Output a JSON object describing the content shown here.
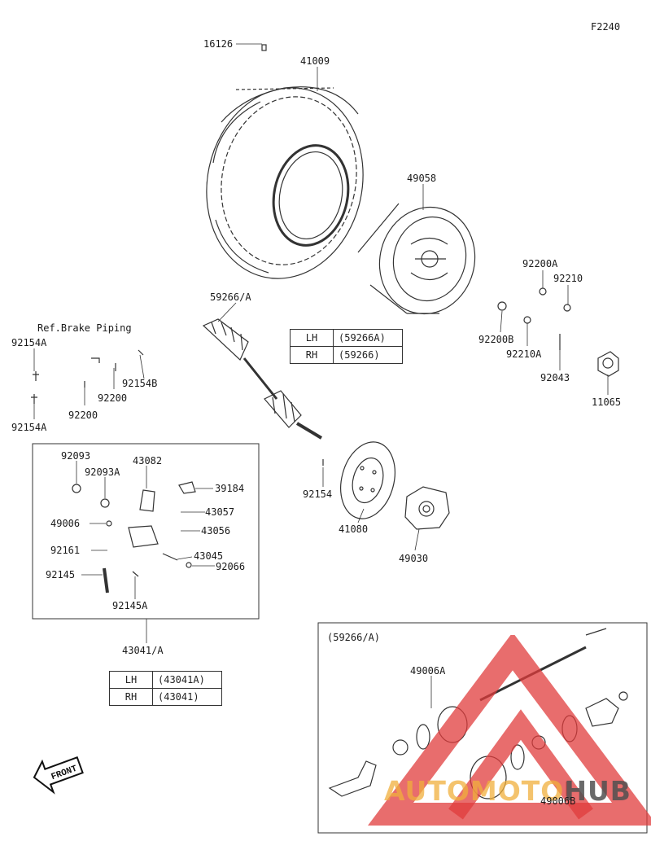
{
  "figure_code": "F2240",
  "ref_note": "Ref.Brake Piping",
  "parts": {
    "p16126": "16126",
    "p41009": "41009",
    "p49058": "49058",
    "p59266a": "59266/A",
    "p92200a": "92200A",
    "p92210": "92210",
    "p92200b": "92200B",
    "p92210a": "92210A",
    "p92043": "92043",
    "p11065": "11065",
    "p92154a_top": "92154A",
    "p92154a_bot": "92154A",
    "p92154b": "92154B",
    "p92200_1": "92200",
    "p92200_2": "92200",
    "p92154": "92154",
    "p41080": "41080",
    "p49030": "49030",
    "p92093": "92093",
    "p92093a": "92093A",
    "p43082": "43082",
    "p39184": "39184",
    "p43057": "43057",
    "p49006": "49006",
    "p43056": "43056",
    "p92161": "92161",
    "p43045": "43045",
    "p92066": "92066",
    "p92145": "92145",
    "p92145a": "92145A",
    "p43041a": "43041/A",
    "inset_title": "(59266/A)",
    "p49006a": "49006A",
    "p49006b": "49006B"
  },
  "table_shaft": [
    {
      "side": "LH",
      "part": "(59266A)"
    },
    {
      "side": "RH",
      "part": "(59266)"
    }
  ],
  "table_caliper": [
    {
      "side": "LH",
      "part": "(43041A)"
    },
    {
      "side": "RH",
      "part": "(43041)"
    }
  ],
  "front_label": "FRONT",
  "watermark": {
    "part1": "AUTO",
    "part2": "MOTO",
    "part3": "HUB"
  },
  "colors": {
    "line": "#333333",
    "watermark_red": "#e03c3c",
    "watermark_orange": "#f0a830",
    "watermark_gray": "#555555"
  }
}
